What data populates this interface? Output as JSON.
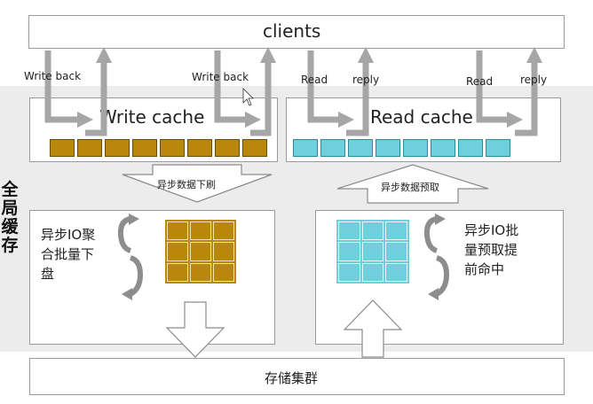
{
  "clients": "clients",
  "write_cache": {
    "title": "Write cache",
    "write_back_left": "Write back",
    "write_back_right": "Write back",
    "cell_count": 8
  },
  "read_cache": {
    "title": "Read cache",
    "read_left": "Read",
    "reply_left": "reply",
    "read_right": "Read",
    "reply_right": "reply",
    "cell_count": 8
  },
  "async_flush": "异步数据下刷",
  "async_prefetch": "异步数据预取",
  "write_module": {
    "line1": "异步IO聚",
    "line2": "合批量下",
    "line3": "盘"
  },
  "read_module": {
    "line1": "异步IO批",
    "line2": "量预取提",
    "line3": "前命中"
  },
  "global_cache": [
    "全",
    "局",
    "缓",
    "存"
  ],
  "storage": "存储集群",
  "colors": {
    "write_cell": "#b8870b",
    "read_cell": "#6fcfdc",
    "arrow_gray": "#a6a6a6",
    "band": "#ececec",
    "border": "#9a9a9a"
  }
}
